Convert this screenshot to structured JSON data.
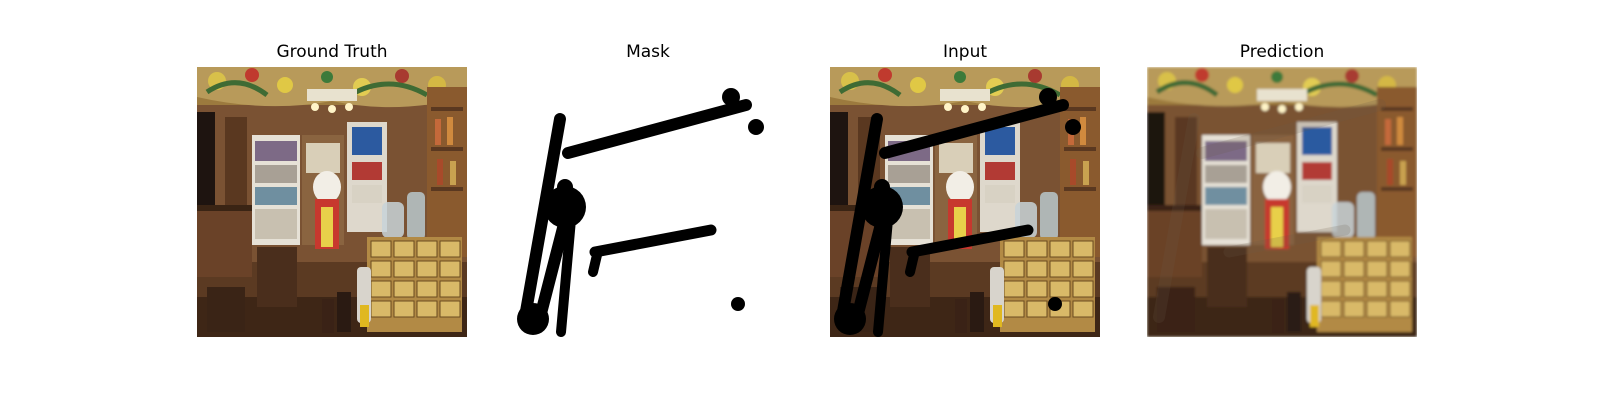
{
  "figure": {
    "panels": [
      {
        "id": "ground-truth",
        "title": "Ground Truth"
      },
      {
        "id": "mask",
        "title": "Mask"
      },
      {
        "id": "input",
        "title": "Input"
      },
      {
        "id": "prediction",
        "title": "Prediction"
      }
    ]
  },
  "colors": {
    "background": "#ffffff",
    "mask_stroke": "#000000",
    "wood_dark": "#4a2e1c",
    "wood_mid": "#8a5a2e",
    "cabinet_yellow": "#c9a250",
    "ceiling_mural": "#b89a5a"
  }
}
